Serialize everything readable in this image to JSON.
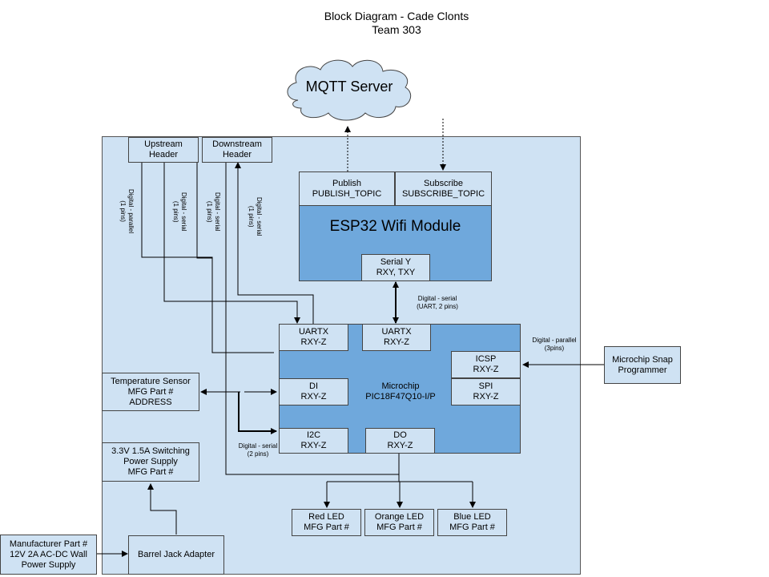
{
  "title": {
    "line1": "Block Diagram - Cade Clonts",
    "line2": "Team 303"
  },
  "cloud": {
    "label": "MQTT Server"
  },
  "esp": {
    "title": "ESP32 Wifi Module",
    "publish": {
      "line1": "Publish",
      "line2": "PUBLISH_TOPIC"
    },
    "subscribe": {
      "line1": "Subscribe",
      "line2": "SUBSCRIBE_TOPIC"
    },
    "serial": {
      "line1": "Serial Y",
      "line2": "RXY, TXY"
    }
  },
  "headers": {
    "upstream": {
      "line1": "Upstream",
      "line2": "Header"
    },
    "downstream": {
      "line1": "Downstream",
      "line2": "Header"
    }
  },
  "mcu": {
    "title": {
      "line1": "Microchip",
      "line2": "PIC18F47Q10-I/P"
    },
    "uartx_left": {
      "line1": "UARTX",
      "line2": "RXY-Z"
    },
    "uartx_right": {
      "line1": "UARTX",
      "line2": "RXY-Z"
    },
    "icsp": {
      "line1": "ICSP",
      "line2": "RXY-Z"
    },
    "spi": {
      "line1": "SPI",
      "line2": "RXY-Z"
    },
    "di": {
      "line1": "DI",
      "line2": "RXY-Z"
    },
    "i2c": {
      "line1": "I2C",
      "line2": "RXY-Z"
    },
    "do": {
      "line1": "DO",
      "line2": "RXY-Z"
    }
  },
  "peripherals": {
    "temp": {
      "line1": "Temperature Sensor",
      "line2": "MFG Part #",
      "line3": "ADDRESS"
    },
    "power": {
      "line1": "3.3V 1.5A Switching",
      "line2": "Power Supply",
      "line3": "MFG Part #"
    },
    "barrel": {
      "label": "Barrel Jack Adapter"
    },
    "wall": {
      "line1": "Manufacturer Part #",
      "line2": "12V 2A AC-DC Wall",
      "line3": "Power Supply"
    },
    "snap": {
      "line1": "Microchip Snap",
      "line2": "Programmer"
    },
    "red_led": {
      "line1": "Red LED",
      "line2": "MFG Part #"
    },
    "orange_led": {
      "line1": "Orange LED",
      "line2": "MFG Part #"
    },
    "blue_led": {
      "line1": "Blue LED",
      "line2": "MFG Part #"
    }
  },
  "labels": {
    "esp_uart": {
      "line1": "Digital - serial",
      "line2": "(UART, 2 pins)"
    },
    "snap": {
      "line1": "Digital - parallel",
      "line2": "(3pins)"
    },
    "i2c": {
      "line1": "Digital - serial",
      "line2": "(2 pins)"
    },
    "v1": {
      "line1": "Digital - parallel",
      "line2": "(1 pins)"
    },
    "v2": {
      "line1": "Digital - serial",
      "line2": "(1 pins)"
    },
    "v3": {
      "line1": "Digital - serial",
      "line2": "(1 pins)"
    },
    "v4": {
      "line1": "Digital - serial",
      "line2": "(1 pins)"
    }
  },
  "colors": {
    "board": "#cfe2f3",
    "module": "#6fa8dc",
    "line": "#000000"
  }
}
